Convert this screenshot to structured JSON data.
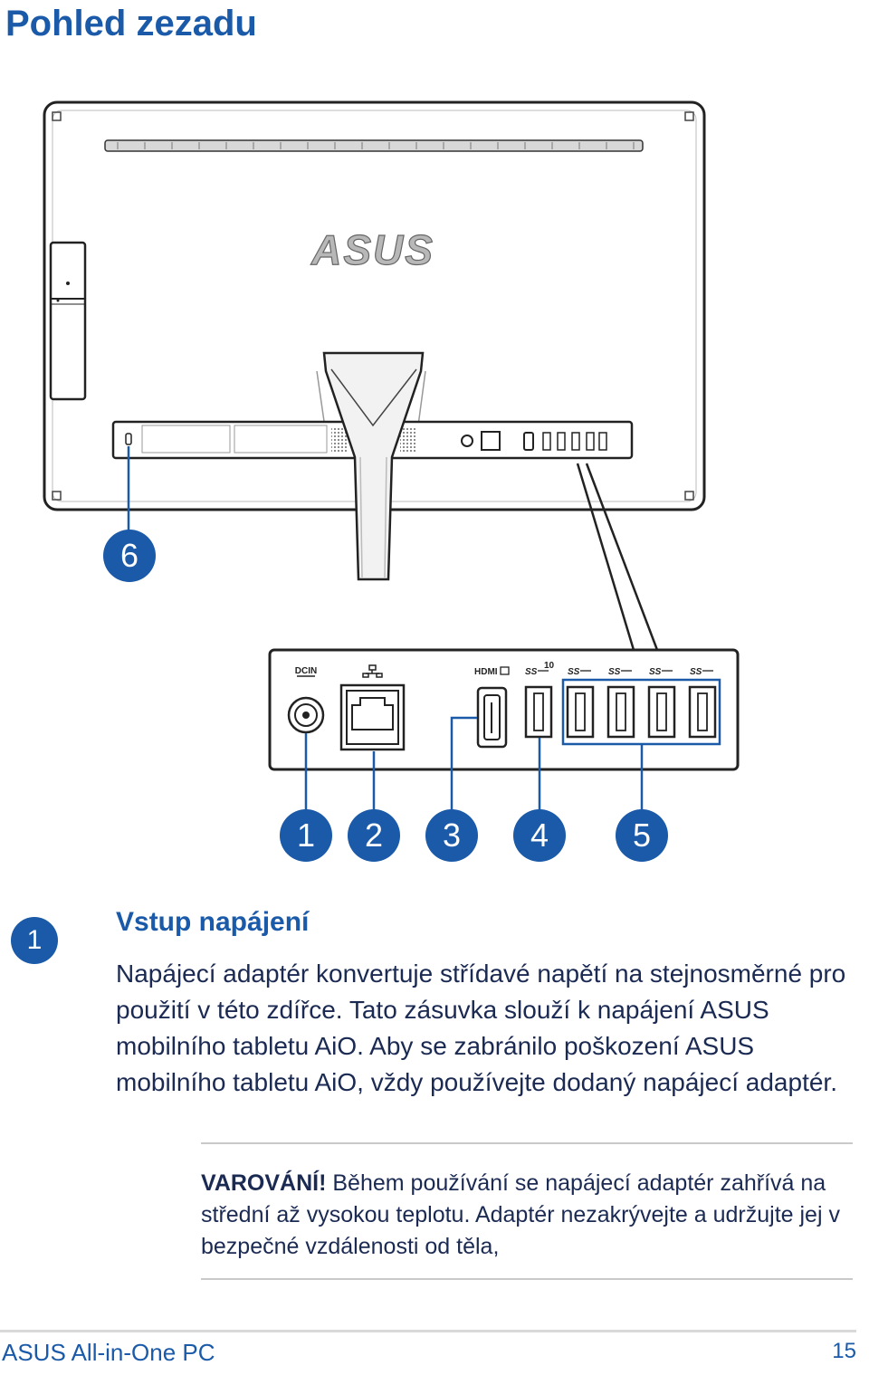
{
  "page": {
    "title": "Pohled zezadu",
    "footer_product": "ASUS All-in-One PC",
    "page_number": "15"
  },
  "figure": {
    "logo_text": "ASUS",
    "port_labels": {
      "dcin": "DCIN",
      "hdmi": "HDMI",
      "usb": "SS",
      "usb10": "10"
    },
    "callouts": [
      "1",
      "2",
      "3",
      "4",
      "5",
      "6"
    ]
  },
  "section": {
    "number": "1",
    "heading": "Vstup napájení",
    "body": "Napájecí adaptér konvertuje střídavé napětí na stejnosměrné pro použití v této zdířce. Tato zásuvka slouží k napájení ASUS mobilního tabletu AiO. Aby se zabránilo poškození ASUS mobilního tabletu AiO, vždy používejte dodaný napájecí adaptér.",
    "warning_label": "VAROVÁNÍ!",
    "warning_text": " Během používání se napájecí adaptér zahřívá na střední až vysokou teplotu. Adaptér nezakrývejte a udržujte jej v bezpečné vzdálenosti od těla,"
  }
}
